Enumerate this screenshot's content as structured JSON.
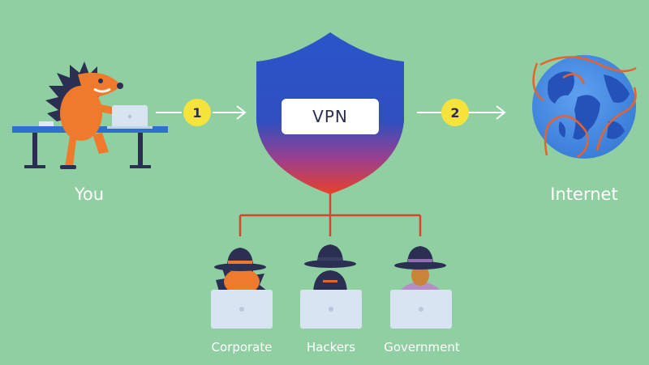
{
  "you": {
    "label": "You"
  },
  "internet": {
    "label": "Internet"
  },
  "vpn": {
    "label": "VPN"
  },
  "steps": [
    "1",
    "2"
  ],
  "observers": [
    {
      "label": "Corporate"
    },
    {
      "label": "Hackers"
    },
    {
      "label": "Government"
    }
  ],
  "colors": {
    "background": "#8fcfa2",
    "shield_top": "#2a55c9",
    "shield_bottom": "#e8412a",
    "connector": "#d8452c",
    "step_badge": "#f6e43c",
    "globe_ocean": "#4a8ee8",
    "globe_land": "#2452b8",
    "globe_orbit": "#e8622c"
  },
  "icons": [
    "hedgehog-icon",
    "laptop-icon",
    "shield-icon",
    "globe-icon",
    "arrow-right-icon",
    "hat-icon"
  ]
}
